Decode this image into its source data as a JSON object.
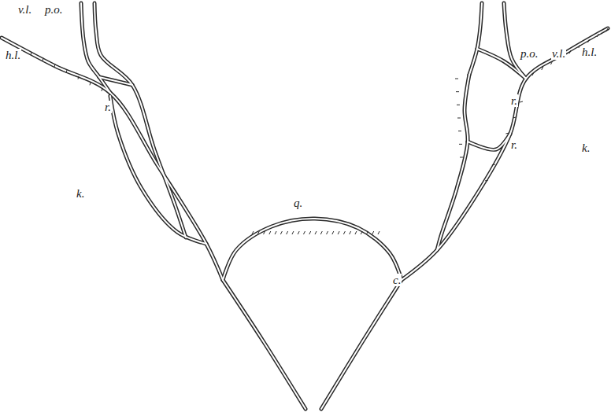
{
  "diagram": {
    "labels": [
      "v.l.",
      "p.o.",
      "h.l.",
      "r.",
      "k.",
      "q.",
      "c.",
      "p.o.",
      "v.l.",
      "h.l.",
      "r.",
      "r.",
      "k."
    ]
  }
}
